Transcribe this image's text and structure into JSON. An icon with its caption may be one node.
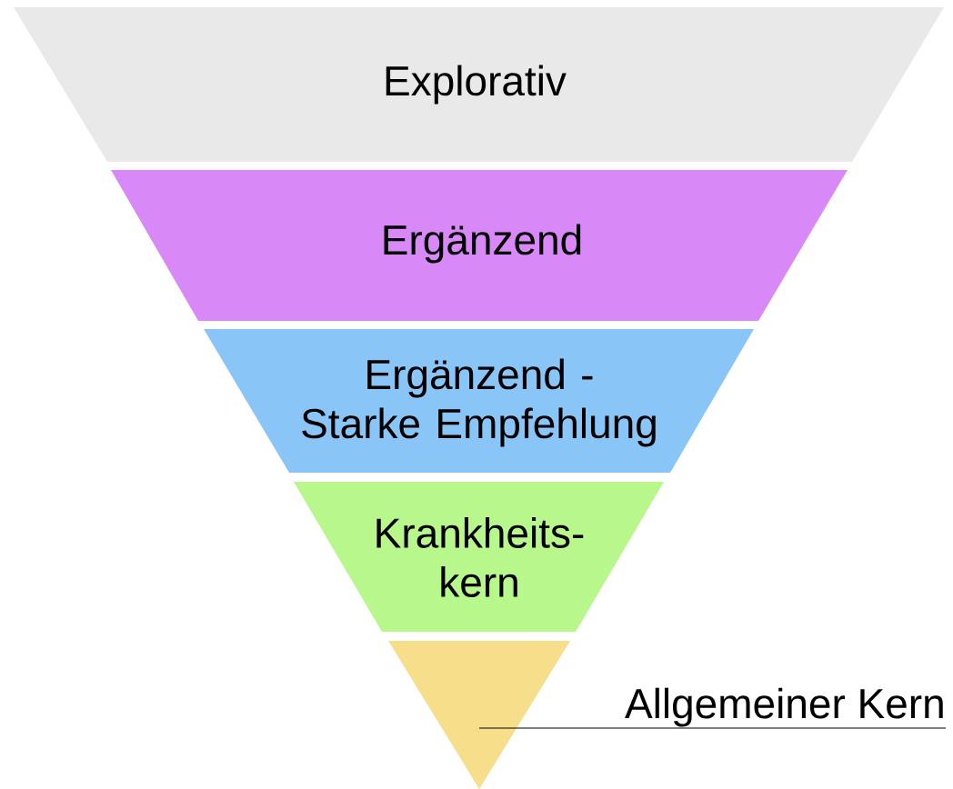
{
  "diagram": {
    "nodes": [
      {
        "text": [
          "Explorativ"
        ]
      },
      {
        "text": [
          "Ergänzend"
        ]
      },
      {
        "text": [
          "Ergänzend - Starke Empfehlung"
        ]
      },
      {
        "text": [
          "Krankheits- kern"
        ]
      },
      {
        "text": [],
        "shape": "triangle"
      },
      {
        "text": [
          "Allgemeiner Kern"
        ]
      }
    ],
    "edges": [
      {
        "from": 5,
        "to": 4,
        "arrow": "none"
      }
    ]
  }
}
